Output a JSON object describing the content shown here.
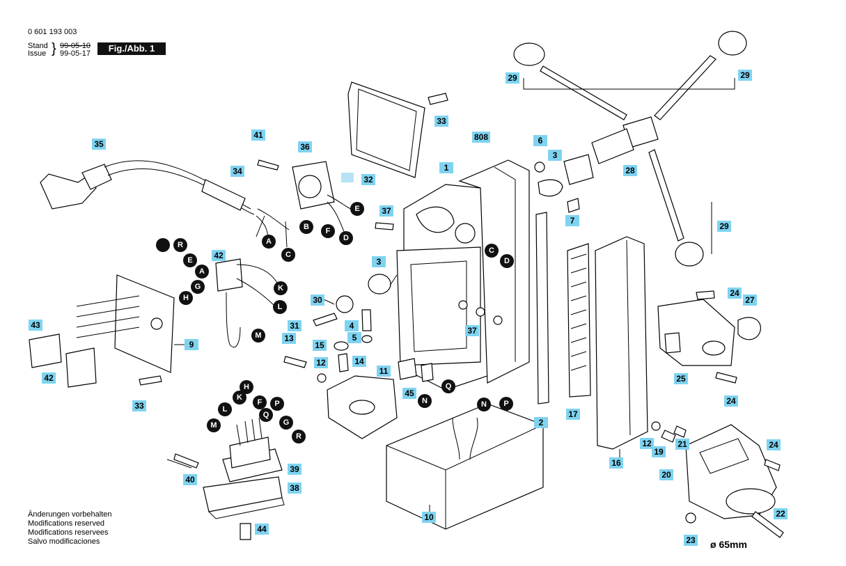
{
  "header": {
    "doc_number": "0 601 193 003",
    "stand_label": "Stand",
    "issue_label": "Issue",
    "stand_date": "99-05-10",
    "issue_date": "99-05-17",
    "fig_label": "Fig./Abb. 1"
  },
  "footer": {
    "notes": [
      "Änderungen vorbehalten",
      "Modifications reserved",
      "Modifications reservees",
      "Salvo modificaciones"
    ],
    "diameter": "ø 65mm"
  },
  "part_labels": [
    {
      "id": "29a",
      "text": "29"
    },
    {
      "id": "29b",
      "text": "29"
    },
    {
      "id": "29c",
      "text": "29"
    },
    {
      "id": "33a",
      "text": "33"
    },
    {
      "id": "808",
      "text": "808"
    },
    {
      "id": "35",
      "text": "35"
    },
    {
      "id": "41",
      "text": "41"
    },
    {
      "id": "36",
      "text": "36"
    },
    {
      "id": "34",
      "text": "34"
    },
    {
      "id": "32",
      "text": "32"
    },
    {
      "id": "1",
      "text": "1"
    },
    {
      "id": "6",
      "text": "6"
    },
    {
      "id": "3a",
      "text": "3"
    },
    {
      "id": "28",
      "text": "28"
    },
    {
      "id": "7",
      "text": "7"
    },
    {
      "id": "37a",
      "text": "37"
    },
    {
      "id": "42a",
      "text": "42"
    },
    {
      "id": "3b",
      "text": "3"
    },
    {
      "id": "30",
      "text": "30"
    },
    {
      "id": "31",
      "text": "31"
    },
    {
      "id": "4",
      "text": "4"
    },
    {
      "id": "37b",
      "text": "37"
    },
    {
      "id": "43",
      "text": "43"
    },
    {
      "id": "9",
      "text": "9"
    },
    {
      "id": "13",
      "text": "13"
    },
    {
      "id": "15",
      "text": "15"
    },
    {
      "id": "5",
      "text": "5"
    },
    {
      "id": "12a",
      "text": "12"
    },
    {
      "id": "14",
      "text": "14"
    },
    {
      "id": "11",
      "text": "11"
    },
    {
      "id": "42b",
      "text": "42"
    },
    {
      "id": "45",
      "text": "45"
    },
    {
      "id": "33b",
      "text": "33"
    },
    {
      "id": "24a",
      "text": "24"
    },
    {
      "id": "27",
      "text": "27"
    },
    {
      "id": "25",
      "text": "25"
    },
    {
      "id": "24b",
      "text": "24"
    },
    {
      "id": "2",
      "text": "2"
    },
    {
      "id": "17",
      "text": "17"
    },
    {
      "id": "39",
      "text": "39"
    },
    {
      "id": "40",
      "text": "40"
    },
    {
      "id": "38",
      "text": "38"
    },
    {
      "id": "12b",
      "text": "12"
    },
    {
      "id": "19",
      "text": "19"
    },
    {
      "id": "21",
      "text": "21"
    },
    {
      "id": "16",
      "text": "16"
    },
    {
      "id": "24c",
      "text": "24"
    },
    {
      "id": "20",
      "text": "20"
    },
    {
      "id": "10",
      "text": "10"
    },
    {
      "id": "22",
      "text": "22"
    },
    {
      "id": "23",
      "text": "23"
    },
    {
      "id": "44",
      "text": "44"
    }
  ],
  "wire_labels": [
    {
      "id": "E1",
      "text": "E"
    },
    {
      "id": "B1",
      "text": "B"
    },
    {
      "id": "F1",
      "text": "F"
    },
    {
      "id": "A1",
      "text": "A"
    },
    {
      "id": "C1",
      "text": "C"
    },
    {
      "id": "D1",
      "text": "D"
    },
    {
      "id": "BLK",
      "text": ""
    },
    {
      "id": "R1",
      "text": "R"
    },
    {
      "id": "E2",
      "text": "E"
    },
    {
      "id": "A2",
      "text": "A"
    },
    {
      "id": "G1",
      "text": "G"
    },
    {
      "id": "H1",
      "text": "H"
    },
    {
      "id": "K1",
      "text": "K"
    },
    {
      "id": "L1",
      "text": "L"
    },
    {
      "id": "M1",
      "text": "M"
    },
    {
      "id": "C2",
      "text": "C"
    },
    {
      "id": "D2",
      "text": "D"
    },
    {
      "id": "Q1",
      "text": "Q"
    },
    {
      "id": "N1",
      "text": "N"
    },
    {
      "id": "P1",
      "text": "P"
    },
    {
      "id": "N2",
      "text": "N"
    },
    {
      "id": "H2",
      "text": "H"
    },
    {
      "id": "K2",
      "text": "K"
    },
    {
      "id": "L2",
      "text": "L"
    },
    {
      "id": "F2",
      "text": "F"
    },
    {
      "id": "P2",
      "text": "P"
    },
    {
      "id": "Q2",
      "text": "Q"
    },
    {
      "id": "M2",
      "text": "M"
    },
    {
      "id": "G2",
      "text": "G"
    },
    {
      "id": "R2",
      "text": "R"
    }
  ]
}
